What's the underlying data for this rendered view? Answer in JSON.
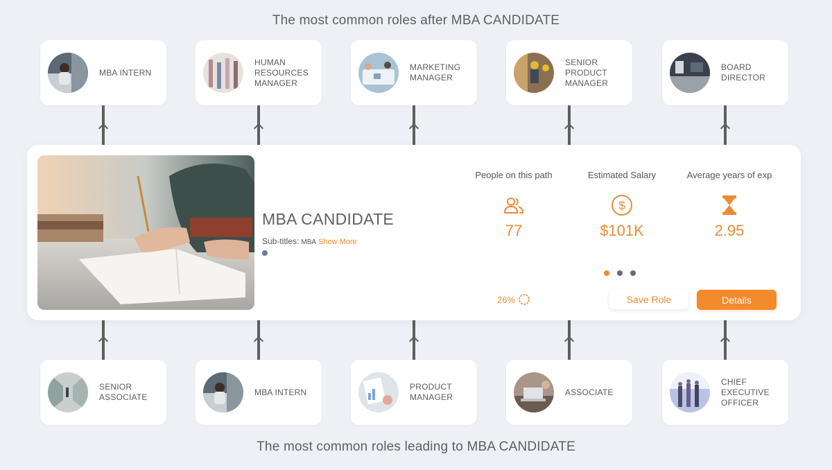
{
  "headings": {
    "top": "The most common roles after MBA CANDIDATE",
    "bottom": "The most common roles leading to MBA CANDIDATE"
  },
  "next_roles": [
    {
      "title": "MBA INTERN",
      "image": "person-studying-photo"
    },
    {
      "title": "HUMAN\nRESOURCES\nMANAGER",
      "image": "office-team-photo"
    },
    {
      "title": "MARKETING\nMANAGER",
      "image": "meeting-table-photo"
    },
    {
      "title": "SENIOR\nPRODUCT\nMANAGER",
      "image": "warehouse-workers-photo"
    },
    {
      "title": "BOARD\nDIRECTOR",
      "image": "office-interior-photo"
    }
  ],
  "previous_roles": [
    {
      "title": "SENIOR\nASSOCIATE",
      "image": "office-hallway-photo"
    },
    {
      "title": "MBA INTERN",
      "image": "person-studying-photo"
    },
    {
      "title": "PRODUCT\nMANAGER",
      "image": "charts-documents-photo"
    },
    {
      "title": "ASSOCIATE",
      "image": "laptop-desk-photo"
    },
    {
      "title": "CHIEF\nEXECUTIVE\nOFFICER",
      "image": "business-people-photo"
    }
  ],
  "main": {
    "role_name": "MBA CANDIDATE",
    "subtitles_label": "Sub-titles:",
    "subtitles_value": "MBA",
    "show_more": "Show More",
    "stats": [
      {
        "label": "People on this path",
        "value": "77",
        "icon": "people-icon"
      },
      {
        "label": "Estimated Salary",
        "value": "$101K",
        "icon": "dollar-icon"
      },
      {
        "label": "Average years of exp",
        "value": "2.95",
        "icon": "hourglass-icon"
      }
    ],
    "match_percent": "26%",
    "save_label": "Save Role",
    "details_label": "Details",
    "pager_active_index": 0,
    "pager_count": 3
  },
  "colors": {
    "accent": "#f08a2e",
    "background": "#eef0f6",
    "card": "#ffffff",
    "connector": "#5e5e5e"
  }
}
